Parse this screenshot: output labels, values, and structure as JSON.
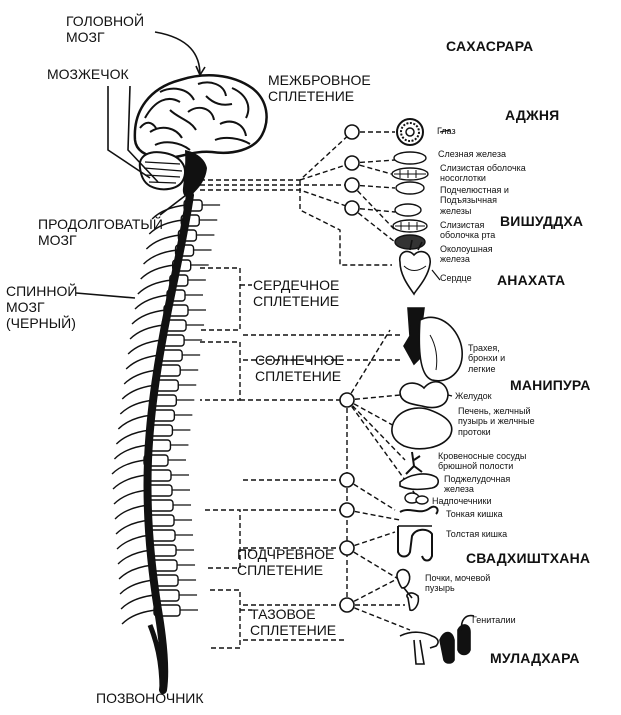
{
  "colors": {
    "ink": "#111111",
    "paper": "#ffffff"
  },
  "labels": {
    "brain": [
      "ГОЛОВНОЙ",
      "МОЗГ"
    ],
    "cerebellum": "МОЗЖЕЧОК",
    "interbrow_plexus": [
      "МЕЖБРОВНОЕ",
      "СПЛЕТЕНИЕ"
    ],
    "medulla": [
      "ПРОДОЛГОВАТЫЙ",
      "МОЗГ"
    ],
    "spinal_cord": [
      "СПИННОЙ",
      "МОЗГ",
      "(ЧЕРНЫЙ)"
    ],
    "cardiac_plexus": [
      "СЕРДЕЧНОЕ",
      "СПЛЕТЕНИЕ"
    ],
    "solar_plexus": [
      "СОЛНЕЧНОЕ",
      "СПЛЕТЕНИЕ"
    ],
    "hypogastric_plexus": [
      "ПОДЧРЕВНОЕ",
      "СПЛЕТЕНИЕ"
    ],
    "pelvic_plexus": [
      "ТАЗОВОЕ",
      "СПЛЕТЕНИЕ"
    ],
    "spine": "ПОЗВОНОЧНИК"
  },
  "chakras": {
    "sahasrara": "САХАСРАРА",
    "ajna": "АДЖНЯ",
    "vishuddha": "ВИШУДДХА",
    "anahata": "АНАХАТА",
    "manipura": "МАНИПУРА",
    "svadhishthana": "СВАДХИШТХАНА",
    "muladhara": "МУЛАДХАРА"
  },
  "organs": {
    "eye": "Глаз",
    "lacrimal": "Слезная железа",
    "nasal_mucosa": [
      "Слизистая оболочка",
      "носоглотки"
    ],
    "submandibular": [
      "Подчелюстная и",
      "Подъязычная",
      "железы"
    ],
    "oral_mucosa": [
      "Слизистая",
      "оболочка рта"
    ],
    "parotid": [
      "Околоушная",
      "железа"
    ],
    "heart": "Сердце",
    "lungs": [
      "Трахея,",
      "бронхи и",
      "легкие"
    ],
    "stomach": "Желудок",
    "liver": [
      "Печень, желчный",
      "пузырь и желчные",
      "протоки"
    ],
    "abdominal_vessels": [
      "Кровеносные сосуды",
      "брюшной полости"
    ],
    "pancreas": [
      "Поджелудочная",
      "железа"
    ],
    "adrenals": "Надпочечники",
    "small_intestine": "Тонкая кишка",
    "large_intestine": "Толстая кишка",
    "kidneys": [
      "Почки, мочевой",
      "пузырь"
    ],
    "genitals": "Гениталии"
  }
}
